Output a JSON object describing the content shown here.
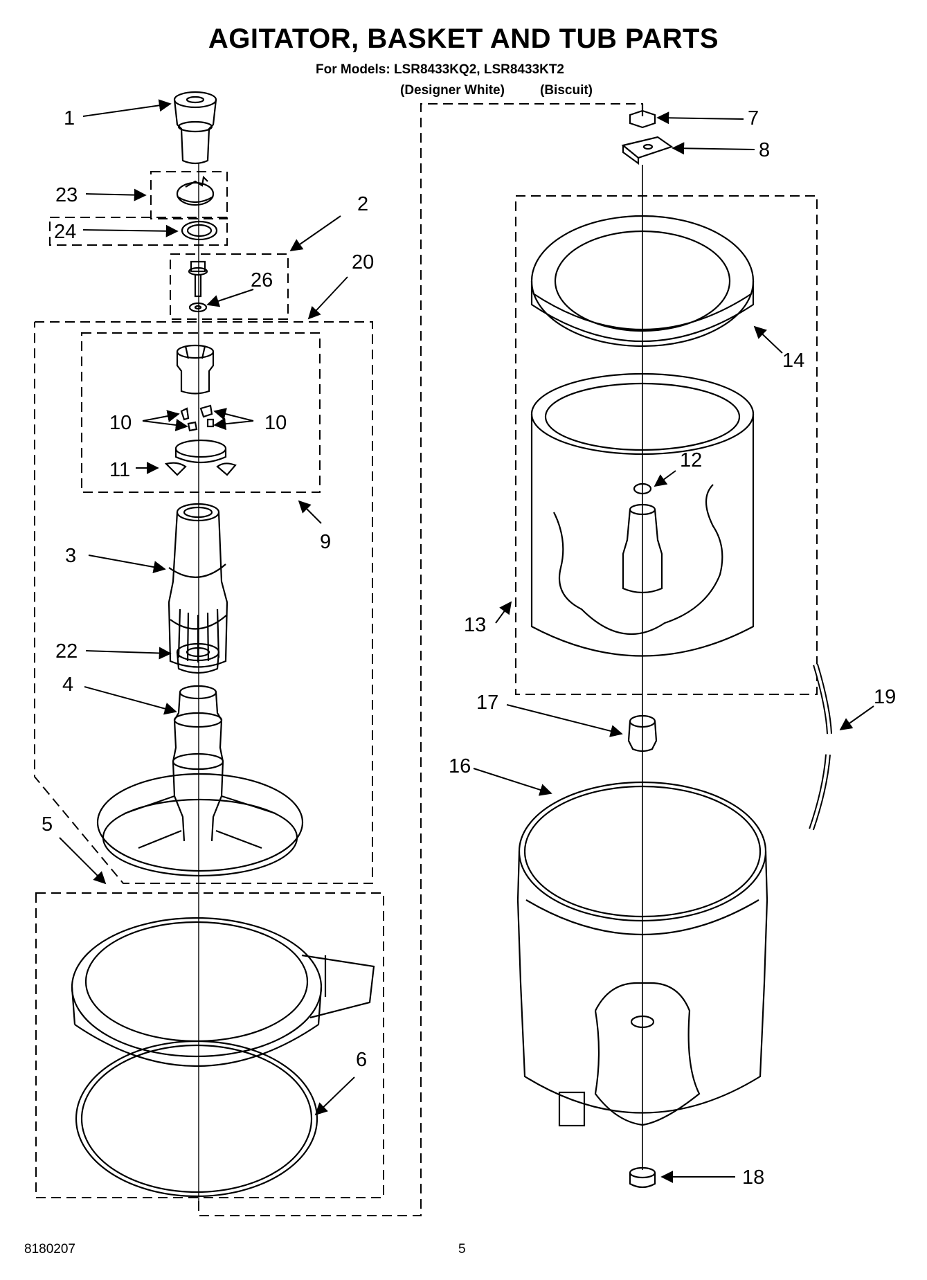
{
  "header": {
    "title": "AGITATOR, BASKET AND TUB PARTS",
    "subtitle": "For Models: LSR8433KQ2, LSR8433KT2",
    "variant_1": "(Designer White)",
    "variant_2": "(Biscuit)"
  },
  "callouts": {
    "c1": "1",
    "c2": "2",
    "c3": "3",
    "c4": "4",
    "c5": "5",
    "c6": "6",
    "c7": "7",
    "c8": "8",
    "c9": "9",
    "c10a": "10",
    "c10b": "10",
    "c11": "11",
    "c12": "12",
    "c13": "13",
    "c14": "14",
    "c16": "16",
    "c17": "17",
    "c18": "18",
    "c19": "19",
    "c20": "20",
    "c22": "22",
    "c23": "23",
    "c24": "24",
    "c26": "26"
  },
  "footer": {
    "doc_number": "8180207",
    "page_number": "5"
  }
}
